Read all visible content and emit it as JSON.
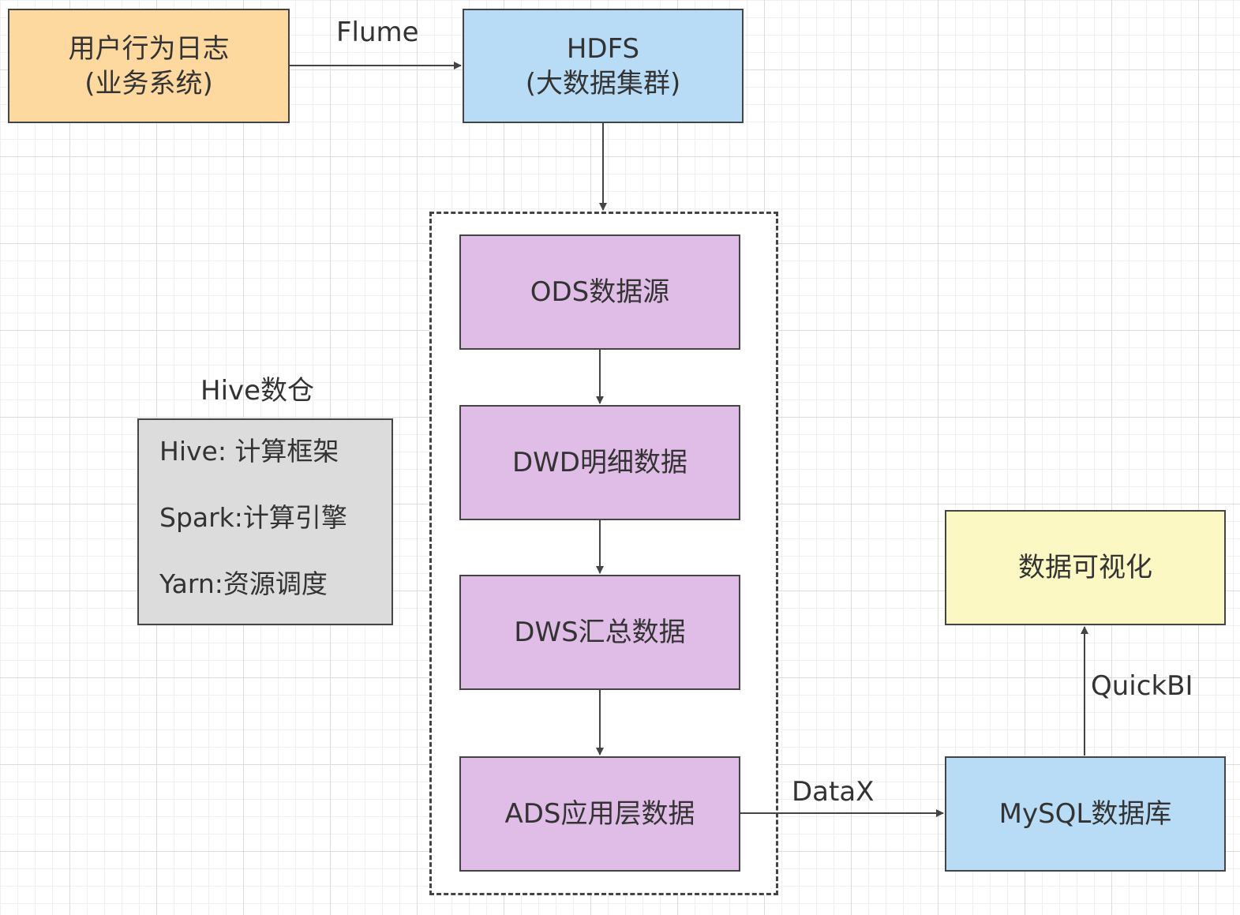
{
  "colors": {
    "orange": "#fdd9a0",
    "blue": "#b9dcf6",
    "purple": "#e0bde6",
    "gray": "#dcdcdc",
    "yellow": "#fbf8c3",
    "stroke": "#444444"
  },
  "nodes": {
    "log": {
      "line1": "用户行为日志",
      "line2": "(业务系统)"
    },
    "hdfs": {
      "line1": "HDFS",
      "line2": "(大数据集群)"
    },
    "ods": {
      "label": "ODS数据源"
    },
    "dwd": {
      "label": "DWD明细数据"
    },
    "dws": {
      "label": "DWS汇总数据"
    },
    "ads": {
      "label": "ADS应用层数据"
    },
    "mysql": {
      "label": "MySQL数据库"
    },
    "viz": {
      "label": "数据可视化"
    }
  },
  "hive": {
    "title": "Hive数仓",
    "items": [
      "Hive: 计算框架",
      "Spark:计算引擎",
      "Yarn:资源调度"
    ]
  },
  "edges": {
    "flume": "Flume",
    "datax": "DataX",
    "quickbi": "QuickBI"
  }
}
